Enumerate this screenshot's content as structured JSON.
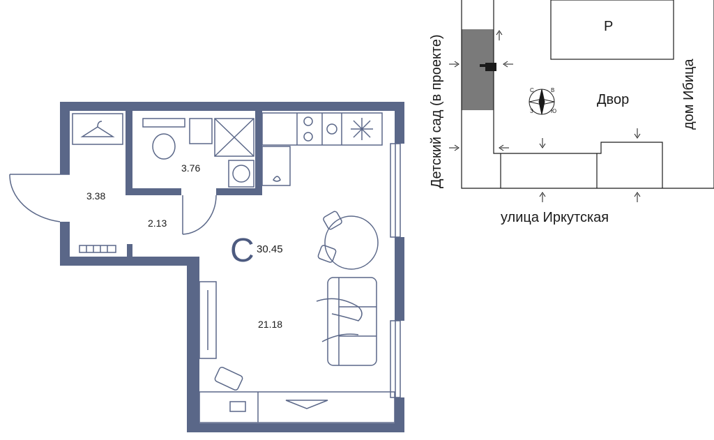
{
  "floor_plan": {
    "apartment_type": "С",
    "total_area": "30.45",
    "rooms": [
      {
        "id": "hall",
        "area": "3.38"
      },
      {
        "id": "corridor",
        "area": "2.13"
      },
      {
        "id": "bathroom",
        "area": "3.76"
      },
      {
        "id": "living",
        "area": "21.18"
      }
    ],
    "wall_color": "#5a6788"
  },
  "site_map": {
    "parking_label": "Р",
    "yard_label": "Двор",
    "street_label": "улица Иркутская",
    "left_label": "Детский сад (в проекте)",
    "right_label": "дом Ибица",
    "compass_letters": [
      "С",
      "В",
      "Ю",
      "З"
    ],
    "highlight_color": "#7a7a7a"
  }
}
